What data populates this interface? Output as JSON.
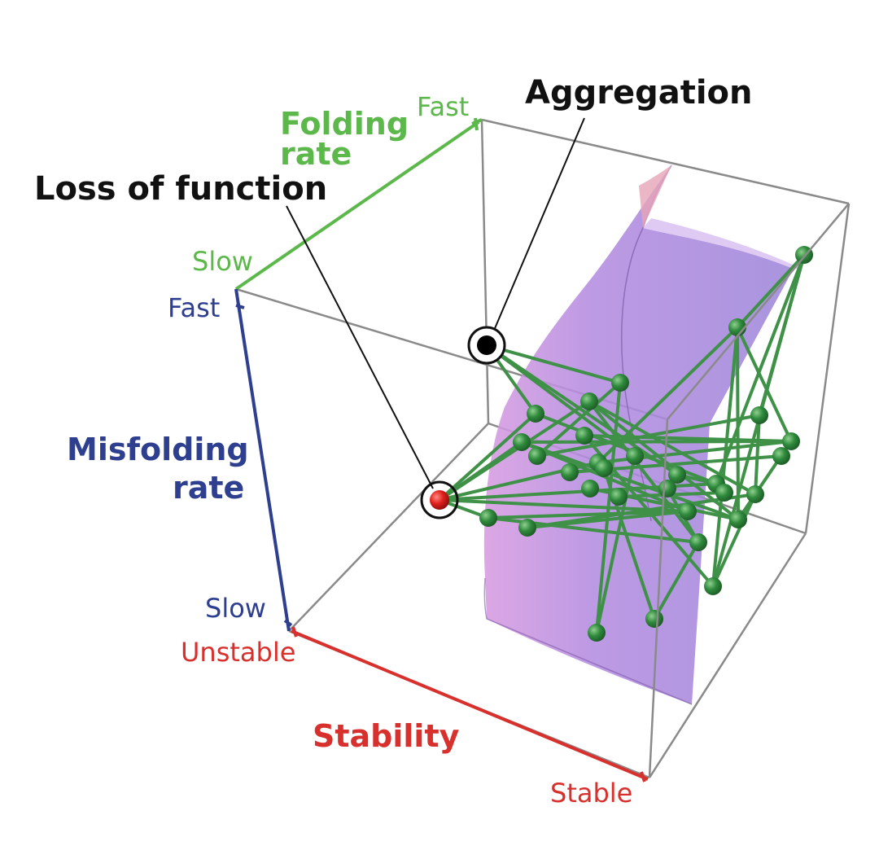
{
  "callouts": {
    "aggregation": "Aggregation",
    "loss_of_function": "Loss of function"
  },
  "axes": {
    "folding_rate": {
      "title_line1": "Folding",
      "title_line2": "rate",
      "high": "Fast",
      "low": "Slow",
      "color": "#5cb84a"
    },
    "misfolding_rate": {
      "title_line1": "Misfolding",
      "title_line2": "rate",
      "high": "Fast",
      "low": "Slow",
      "color": "#2e3f8f"
    },
    "stability": {
      "title": "Stability",
      "low": "Unstable",
      "high": "Stable",
      "color": "#d8302c"
    }
  },
  "colors": {
    "box_edges": "#8a8a8a",
    "surface": "#b38ad6",
    "network": "#3f9147",
    "node": "#2f8a3c",
    "aggregation_marker": "#000000",
    "loss_marker": "#e0201c"
  }
}
